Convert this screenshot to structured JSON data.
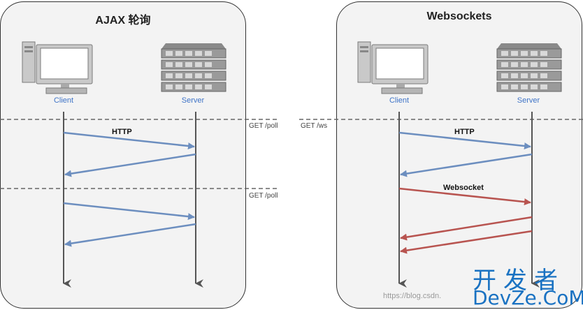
{
  "left_panel": {
    "title": "AJAX 轮询",
    "client_label": "Client",
    "server_label": "Server",
    "divider_label_1": "GET /poll",
    "divider_label_2": "GET /poll",
    "message_label": "HTTP"
  },
  "right_panel": {
    "title": "Websockets",
    "client_label": "Client",
    "server_label": "Server",
    "divider_label": "GET /ws",
    "message_label_1": "HTTP",
    "message_label_2": "Websocket"
  },
  "watermark": {
    "url": "https://blog.csdn.",
    "brand_cn": "开发者",
    "brand_en": "DevZe.CoM"
  },
  "colors": {
    "http_arrow": "#6c8ebf",
    "websocket_arrow": "#b85450",
    "lifeline": "#555555",
    "divider": "#666666",
    "brand": "#1a72c2"
  }
}
